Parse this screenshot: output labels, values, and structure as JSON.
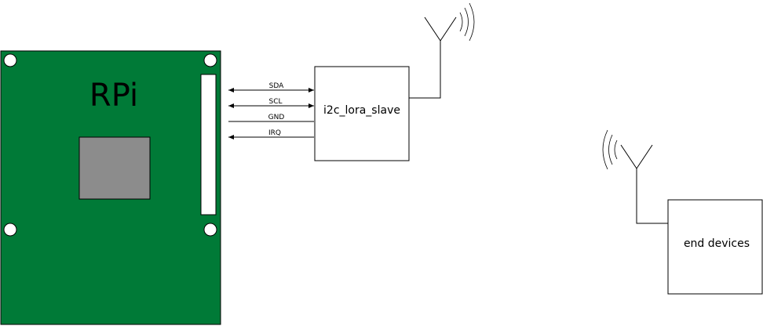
{
  "board": {
    "label": "RPi",
    "color": "#007a37"
  },
  "signals": [
    {
      "label": "SDA",
      "direction": "both"
    },
    {
      "label": "SCL",
      "direction": "both"
    },
    {
      "label": "GND",
      "direction": "none"
    },
    {
      "label": "IRQ",
      "direction": "to-board"
    }
  ],
  "slave": {
    "label": "i2c_lora_slave"
  },
  "end": {
    "label": "end devices"
  },
  "icons": {
    "antenna": "antenna-icon",
    "chip": "chip-icon",
    "mounting_hole": "mounting-hole-icon",
    "header": "gpio-header-icon"
  }
}
